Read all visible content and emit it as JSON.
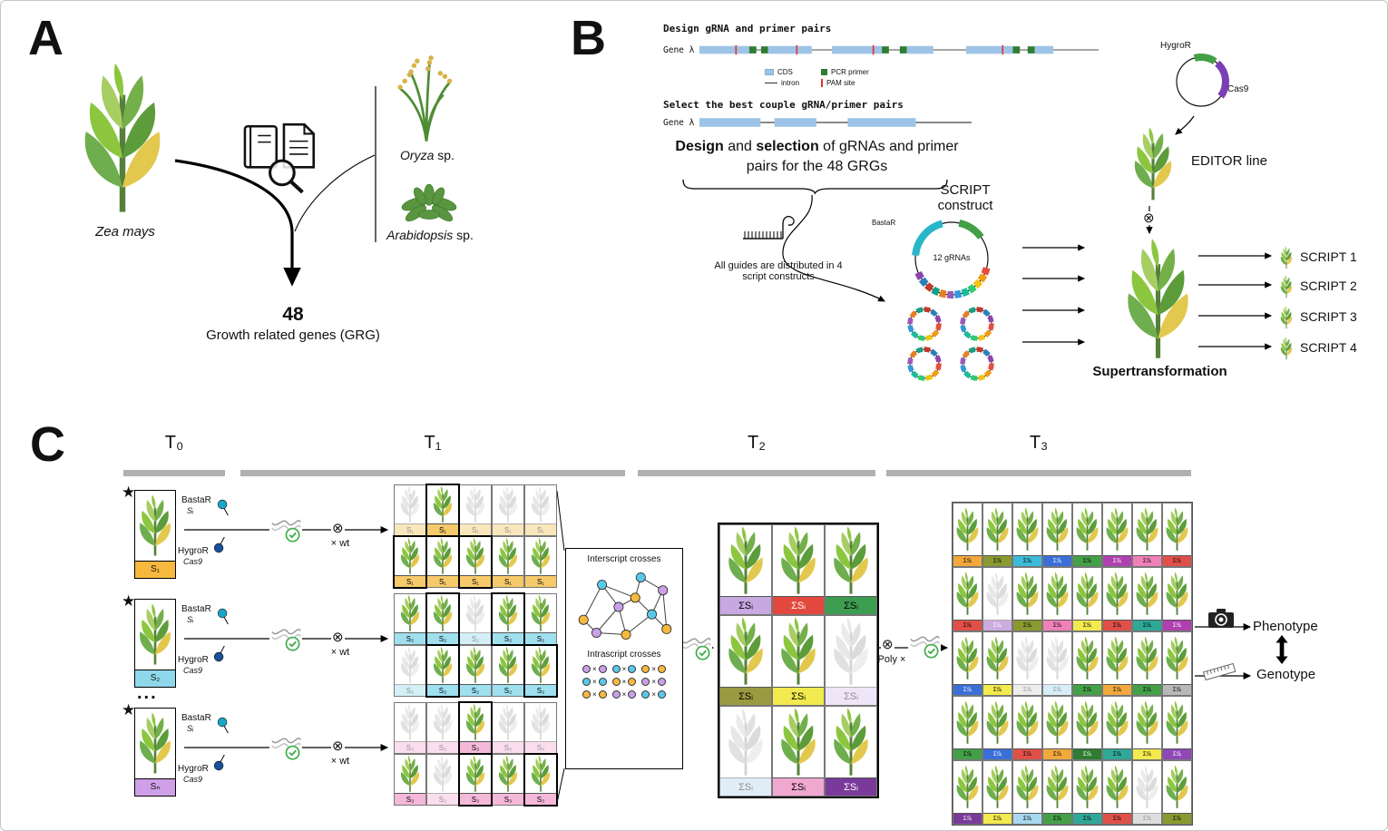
{
  "panelA": {
    "label": "A",
    "zea_mays": "Zea mays",
    "oryza_genus": "Oryza",
    "oryza_suffix": " sp.",
    "arabidopsis_genus": "Arabidopsis",
    "arabidopsis_suffix": " sp.",
    "gene_count": "48",
    "gene_count_caption": "Growth related genes (GRG)"
  },
  "panelB": {
    "label": "B",
    "design_title": "Design gRNA and primer pairs",
    "gene_label": "Gene λ",
    "legend": {
      "cds": "CDS",
      "intron": "intron",
      "pcr_primer": "PCR primer",
      "pam_site": "PAM site"
    },
    "select_title": "Select the best couple gRNA/primer pairs",
    "sentence": {
      "bold1": "Design",
      "mid": " and ",
      "bold2": "selection",
      "rest": " of gRNAs and primer pairs for the 48 GRGs"
    },
    "guides_note": "All guides are distributed in 4 script constructs",
    "script_construct": "SCRIPT construct",
    "bastar": "BastaR",
    "grnas": "12 gRNAs",
    "hygror": "HygroR",
    "cas9": "Cas9",
    "cross_symbol": "⊗",
    "editor_line": "EDITOR line",
    "supertransformation": "Supertransformation",
    "scripts": [
      {
        "label": "SCRIPT 1"
      },
      {
        "label": "SCRIPT 2"
      },
      {
        "label": "SCRIPT 3"
      },
      {
        "label": "SCRIPT 4"
      }
    ],
    "gene_map1": [
      {
        "t": "cds",
        "w": 46
      },
      {
        "t": "pam"
      },
      {
        "t": "cds",
        "w": 16
      },
      {
        "t": "primer"
      },
      {
        "t": "gap",
        "w": 6
      },
      {
        "t": "primer"
      },
      {
        "t": "cds",
        "w": 36
      },
      {
        "t": "pam"
      },
      {
        "t": "cds",
        "w": 18
      },
      {
        "t": "gap",
        "w": 26
      },
      {
        "t": "cds",
        "w": 52
      },
      {
        "t": "pam"
      },
      {
        "t": "cds",
        "w": 10
      },
      {
        "t": "primer"
      },
      {
        "t": "gap",
        "w": 14
      },
      {
        "t": "primer"
      },
      {
        "t": "cds",
        "w": 34
      },
      {
        "t": "gap",
        "w": 42
      },
      {
        "t": "cds",
        "w": 46
      },
      {
        "t": "pam"
      },
      {
        "t": "cds",
        "w": 12
      },
      {
        "t": "primer"
      },
      {
        "t": "gap",
        "w": 10
      },
      {
        "t": "primer"
      },
      {
        "t": "cds",
        "w": 24
      },
      {
        "t": "gap",
        "w": 58
      }
    ],
    "gene_map2": [
      {
        "t": "cds",
        "w": 70
      },
      {
        "t": "gap",
        "w": 16
      },
      {
        "t": "cds",
        "w": 48
      },
      {
        "t": "gap",
        "w": 36
      },
      {
        "t": "cds",
        "w": 78
      },
      {
        "t": "gap",
        "w": 64
      }
    ],
    "grna_colors": [
      "#e74c3c",
      "#f39c12",
      "#f1c40f",
      "#2ecc71",
      "#1abc9c",
      "#3498db",
      "#9b59b6",
      "#e67e22",
      "#16a085",
      "#c0392b",
      "#2980b9",
      "#8e44ad"
    ],
    "plasmid": {
      "bastar_color": "#29b6c8",
      "marker_color": "#43a047",
      "hygror_color": "#43a047",
      "cas9_color": "#7b3fb5"
    }
  },
  "panelC": {
    "label": "C",
    "generations": [
      {
        "label": "T₀"
      },
      {
        "label": "T₁"
      },
      {
        "label": "T₂"
      },
      {
        "label": "T₃"
      }
    ],
    "star": "★",
    "rows": [
      {
        "label": "S₁",
        "color": "#f6b93d"
      },
      {
        "label": "S₂",
        "color": "#8fd8ec"
      },
      {
        "label": "Sₙ",
        "color": "#cf9fe8"
      }
    ],
    "ellipsis": "...",
    "bastar": "BastaR",
    "si": "Sᵢ",
    "hygror": "HygroR",
    "cas9": "Cas9",
    "cross_symbol": "⊗",
    "wt": "× wt",
    "t1_grids": [
      {
        "label": "S₁",
        "color": "#f6c96a",
        "cells": [
          {
            "g": 1
          },
          {
            "b": 1
          },
          {
            "g": 1
          },
          {
            "g": 1
          },
          {
            "g": 1
          },
          {
            "b": 1
          },
          {},
          {
            "b": 1
          },
          {},
          {}
        ]
      },
      {
        "label": "S₂",
        "color": "#9fe0ef",
        "cells": [
          {},
          {
            "b": 1
          },
          {
            "g": 1
          },
          {
            "b": 1
          },
          {},
          {
            "g": 1
          },
          {
            "b": 1
          },
          {},
          {},
          {
            "b": 1
          }
        ]
      },
      {
        "label": "S₃",
        "color": "#f4b8d9",
        "cells": [
          {
            "g": 1
          },
          {
            "g": 1
          },
          {
            "b": 1
          },
          {
            "g": 1
          },
          {
            "g": 1
          },
          {},
          {
            "g": 1
          },
          {
            "b": 1
          },
          {},
          {
            "b": 1
          }
        ]
      }
    ],
    "crosses": {
      "interscript": "Interscript crosses",
      "intrascript": "Intrascript crosses",
      "x": "×",
      "pairs": [
        [
          "#c9a0e8",
          "#c9a0e8"
        ],
        [
          "#5bc8e8",
          "#5bc8e8"
        ],
        [
          "#f6b93d",
          "#f6b93d"
        ],
        [
          "#5bc8e8",
          "#5bc8e8"
        ],
        [
          "#f6b93d",
          "#f6b93d"
        ],
        [
          "#c9a0e8",
          "#c9a0e8"
        ],
        [
          "#f6b93d",
          "#f6b93d"
        ],
        [
          "#c9a0e8",
          "#c9a0e8"
        ],
        [
          "#5bc8e8",
          "#5bc8e8"
        ]
      ]
    },
    "t2": {
      "label": "ΣSᵢ",
      "cells": [
        {
          "color": "#c8a8e0"
        },
        {
          "color": "#e2483d"
        },
        {
          "color": "#3d9e52"
        },
        {
          "color": "#9a9a40"
        },
        {
          "color": "#f2ea4e"
        },
        {
          "color": "#dcc6f0",
          "gray": 1
        },
        {
          "color": "#bcd8ee",
          "gray": 1
        },
        {
          "color": "#f0a8d0"
        },
        {
          "color": "#7a3a9a"
        }
      ]
    },
    "poly_cross": "Poly ×",
    "t3": {
      "label": "ΣSᵢ",
      "cells": [
        {
          "color": "#f2a83c"
        },
        {
          "color": "#8a9a30"
        },
        {
          "color": "#3bbcd8"
        },
        {
          "color": "#3a6fd8"
        },
        {
          "color": "#43a047"
        },
        {
          "color": "#b040b0"
        },
        {
          "color": "#f080b8"
        },
        {
          "color": "#e05048"
        },
        {
          "color": "#e05048"
        },
        {
          "color": "#9048b8",
          "gray": 1
        },
        {
          "color": "#8a9a30"
        },
        {
          "color": "#f080b8"
        },
        {
          "color": "#f2ea4e"
        },
        {
          "color": "#e05048"
        },
        {
          "color": "#2fa898"
        },
        {
          "color": "#b040b0"
        },
        {
          "color": "#3a6fd8"
        },
        {
          "color": "#f2ea4e"
        },
        {
          "color": "#d8d8d8",
          "gray": 1
        },
        {
          "color": "#a8d8f0",
          "gray": 1
        },
        {
          "color": "#43a047"
        },
        {
          "color": "#f2a83c"
        },
        {
          "color": "#43a047"
        },
        {
          "color": "#b8b8b8"
        },
        {
          "color": "#43a047"
        },
        {
          "color": "#3a6fd8"
        },
        {
          "color": "#e05048"
        },
        {
          "color": "#f2a83c"
        },
        {
          "color": "#2e7d32"
        },
        {
          "color": "#2fa898"
        },
        {
          "color": "#f2ea4e"
        },
        {
          "color": "#9048b8"
        },
        {
          "color": "#7a3a9a"
        },
        {
          "color": "#f2ea4e"
        },
        {
          "color": "#a8d8f0"
        },
        {
          "color": "#43a047"
        },
        {
          "color": "#2fa898"
        },
        {
          "color": "#e05048"
        },
        {
          "color": "#b8b8b8",
          "gray": 1
        },
        {
          "color": "#8a9a30"
        }
      ]
    },
    "phenotype": "Phenotype",
    "genotype": "Genotype"
  }
}
